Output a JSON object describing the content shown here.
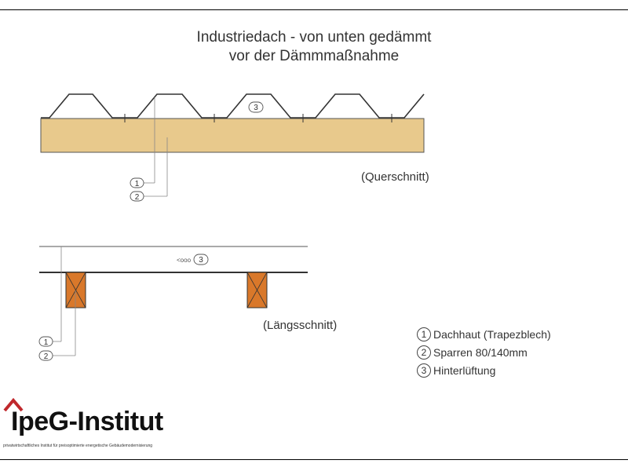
{
  "title": {
    "line1": "Industriedach - von unten gedämmt",
    "line2": "vor der Dämmmaßnahme"
  },
  "captions": {
    "cross_section": "(Querschnitt)",
    "longitudinal_section": "(Längsschnitt)"
  },
  "markers": {
    "one": "1",
    "two": "2",
    "three": "3",
    "airflow": "<ooo"
  },
  "legend": [
    {
      "num": "1",
      "label": "Dachhaut (Trapezblech)"
    },
    {
      "num": "2",
      "label": "Sparren 80/140mm"
    },
    {
      "num": "3",
      "label": "Hinterlüftung"
    }
  ],
  "logo": {
    "name": "IpeG-Institut",
    "tagline": "privatwirtschaftliches Institut für preisoptimierte energetische Gebäudemodernisierung"
  },
  "colors": {
    "insulation": "#e8c98c",
    "rafter": "#d9782a",
    "logo_roof": "#c0282c"
  }
}
